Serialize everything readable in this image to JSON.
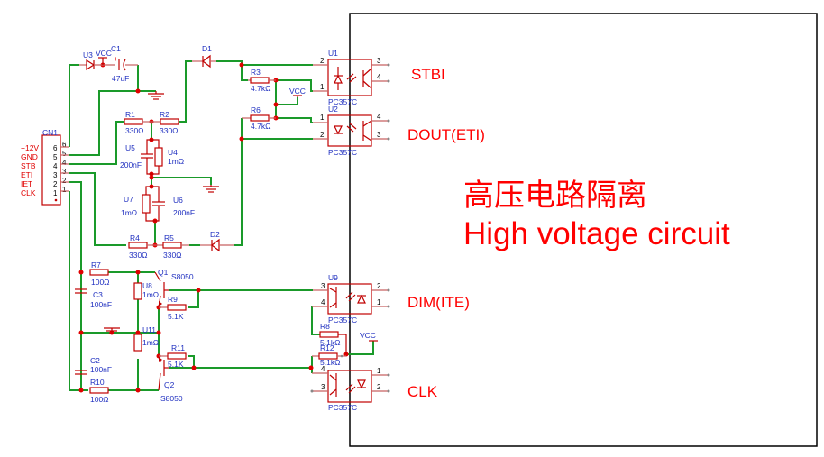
{
  "title_cn": "高压电路隔离",
  "title_en": "High voltage circuit",
  "connector": {
    "ref": "CN1",
    "pins": [
      "6",
      "5",
      "4",
      "3",
      "2",
      "1"
    ],
    "signals": [
      "+12V",
      "GND",
      "STB",
      "ETI",
      "IET",
      "CLK"
    ]
  },
  "components": {
    "U3": {
      "ref": "U3"
    },
    "VCC": "VCC",
    "C1": {
      "ref": "C1",
      "value": "47uF"
    },
    "D1": {
      "ref": "D1"
    },
    "D2": {
      "ref": "D2"
    },
    "R1": {
      "ref": "R1",
      "value": "330Ω"
    },
    "R2": {
      "ref": "R2",
      "value": "330Ω"
    },
    "R3": {
      "ref": "R3",
      "value": "4.7kΩ"
    },
    "R4": {
      "ref": "R4",
      "value": "330Ω"
    },
    "R5": {
      "ref": "R5",
      "value": "330Ω"
    },
    "R6": {
      "ref": "R6",
      "value": "4.7kΩ"
    },
    "R7": {
      "ref": "R7",
      "value": "100Ω"
    },
    "R8": {
      "ref": "R8",
      "value": "5.1kΩ"
    },
    "R9": {
      "ref": "R9",
      "value": "5.1K"
    },
    "R10": {
      "ref": "R10",
      "value": "100Ω"
    },
    "R11": {
      "ref": "R11",
      "value": "5.1K"
    },
    "R12": {
      "ref": "R12",
      "value": "5.1kΩ"
    },
    "U4": {
      "ref": "U4",
      "value": "1mΩ"
    },
    "U5": {
      "ref": "U5",
      "value": "200nF"
    },
    "U6": {
      "ref": "U6",
      "value": "200nF"
    },
    "U7": {
      "ref": "U7",
      "value": "1mΩ"
    },
    "U8": {
      "ref": "U8",
      "value": "1mΩ"
    },
    "U11": {
      "ref": "U11",
      "value": "1mΩ"
    },
    "C2": {
      "ref": "C2",
      "value": "100nF"
    },
    "C3": {
      "ref": "C3",
      "value": "100nF"
    },
    "Q1": {
      "ref": "Q1",
      "value": "S8050"
    },
    "Q2": {
      "ref": "Q2",
      "value": "S8050"
    },
    "U1": {
      "ref": "U1",
      "value": "PC357C",
      "pins": [
        "2",
        "1",
        "3",
        "4"
      ]
    },
    "U2": {
      "ref": "U2",
      "value": "PC357C",
      "pins": [
        "1",
        "2",
        "4",
        "3"
      ]
    },
    "U9": {
      "ref": "U9",
      "value": "PC357C",
      "pins": [
        "3",
        "4",
        "2",
        "1"
      ]
    },
    "U10": {
      "ref": "",
      "value": "PC357C",
      "pins": [
        "4",
        "3",
        "1",
        "2"
      ]
    }
  },
  "signal_labels": {
    "stbi": "STBI",
    "dout": "DOUT(ETI)",
    "dim": "DIM(ITE)",
    "clk": "CLK"
  }
}
